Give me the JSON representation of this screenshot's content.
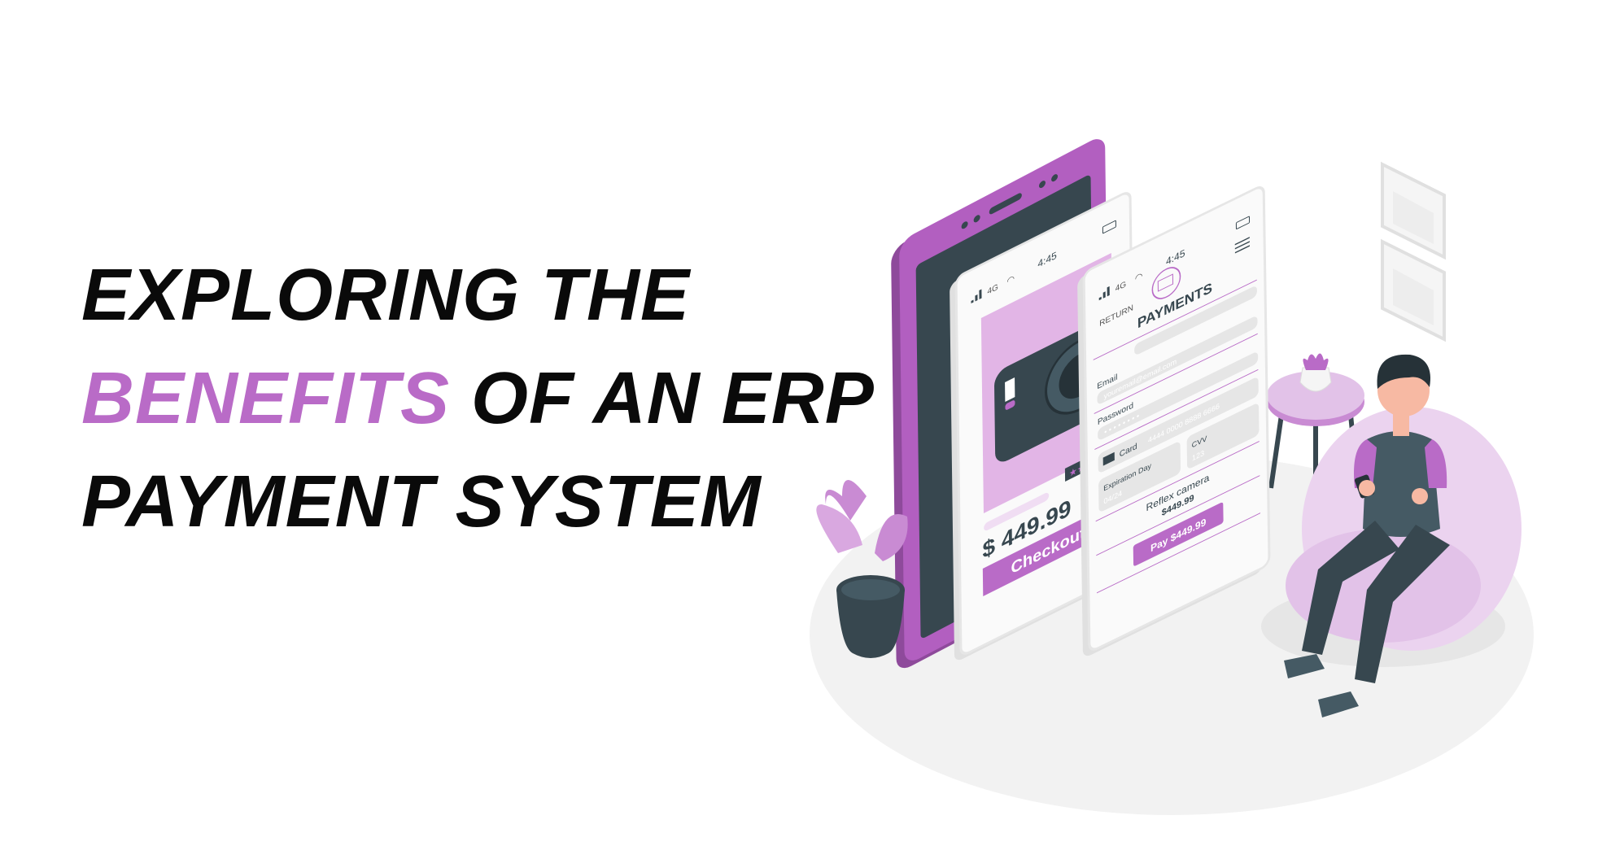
{
  "headline": {
    "line1": "EXPLORING THE",
    "line2_accent": "BENEFITS",
    "line2_rest": " OF AN ERP",
    "line3": "PAYMENT SYSTEM"
  },
  "colors": {
    "accent": "#B96BC7",
    "accent_light": "#E2B5E6",
    "dark": "#37474F",
    "floor": "#F2F2F2"
  },
  "product_phone": {
    "signal": "4G",
    "time": "4:45",
    "price": "$ 449.99",
    "checkout_label": "Checkout"
  },
  "payment_phone": {
    "signal": "4G",
    "time": "4:45",
    "return_label": "RETURN",
    "title": "PAYMENTS",
    "email_label": "Email",
    "email_placeholder": "youremail@email.com",
    "password_label": "Password",
    "password_value": "• • • • • • • •",
    "card_label": "Card",
    "card_number": "4444 0000 8888 6666",
    "cvv_label": "CVV",
    "cvv_value": "123",
    "expiration_label": "Expiration Day",
    "expiration_value": "04/24",
    "product_name": "Reflex camera",
    "product_price": "$449.99",
    "pay_label": "Pay $449.99"
  }
}
